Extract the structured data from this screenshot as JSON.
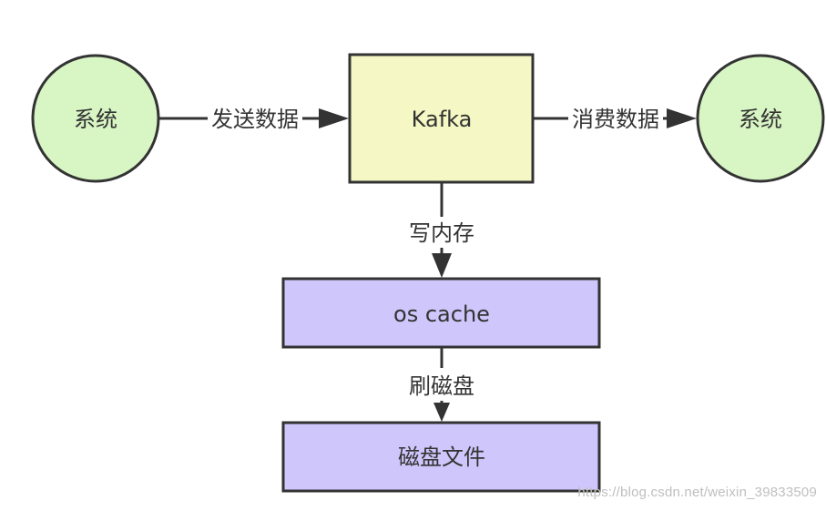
{
  "nodes": {
    "producer": {
      "label": "系统"
    },
    "kafka": {
      "label": "Kafka"
    },
    "consumer": {
      "label": "系统"
    },
    "os_cache": {
      "label": "os cache"
    },
    "disk_file": {
      "label": "磁盘文件"
    }
  },
  "edges": {
    "send": {
      "label": "发送数据"
    },
    "consume": {
      "label": "消费数据"
    },
    "write_memory": {
      "label": "写内存"
    },
    "flush_disk": {
      "label": "刷磁盘"
    }
  },
  "watermark": "https://blog.csdn.net/weixin_39833509",
  "colors": {
    "circle_fill": "#d8f5c4",
    "kafka_fill": "#f5f8c4",
    "box_fill": "#cfc6fb",
    "stroke": "#333333",
    "text": "#333333"
  }
}
